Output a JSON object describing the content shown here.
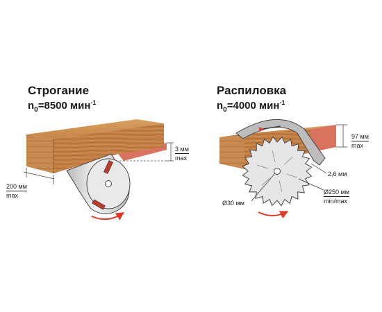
{
  "planing": {
    "title": "Строгание",
    "speed_prefix": "n",
    "speed_sub": "0",
    "speed_value": "=8500 мин",
    "speed_exp": "-1",
    "depth_value": "3 мм",
    "depth_unit": "max",
    "width_value": "200 мм",
    "width_unit": "max"
  },
  "sawing": {
    "title": "Распиловка",
    "speed_prefix": "n",
    "speed_sub": "0",
    "speed_value": "=4000 мин",
    "speed_exp": "-1",
    "depth_value": "97 мм",
    "depth_unit": "max",
    "kerf_value": "2,6 мм",
    "bore_value": "Ø30 мм",
    "diameter_value": "Ø250 мм",
    "diameter_unit": "min/max"
  },
  "colors": {
    "wood": "#c98a4f",
    "wood_dark": "#9c5f2d",
    "cut_red": "#d9735f",
    "cutter": "#dcdcdc",
    "arrow": "#e23a28",
    "blade": "#e6e6e6"
  }
}
